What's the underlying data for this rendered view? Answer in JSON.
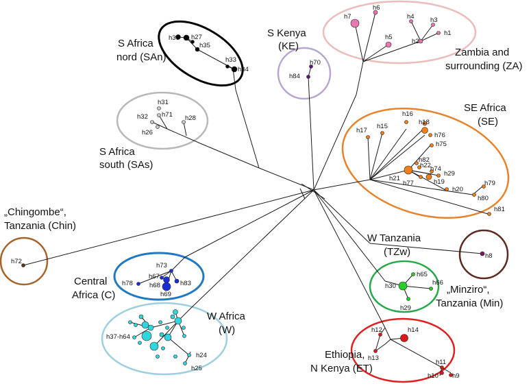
{
  "groups": {
    "san": {
      "line1": "S Africa",
      "line2": "nord (SAn)",
      "color": "#000000"
    },
    "ke": {
      "line1": "S Kenya",
      "line2": "(KE)",
      "color": "#b6a6cf"
    },
    "za": {
      "line1": "Zambia and",
      "line2": "surrounding (ZA)",
      "color": "#ebbcbc"
    },
    "sas": {
      "line1": "S Africa",
      "line2": "south (SAs)",
      "color": "#b8b8b8"
    },
    "se": {
      "line1": "SE Africa",
      "line2": "(SE)",
      "color": "#e8822a"
    },
    "chin": {
      "line1": "„Chingombe“,",
      "line2": "Tanzania (Chin)",
      "color": "#a5642a"
    },
    "c": {
      "line1": "Central",
      "line2": "Africa (C)",
      "color": "#1f78c1"
    },
    "w": {
      "line1": "W Africa",
      "line2": "(W)",
      "color": "#9ecfdf"
    },
    "tzw": {
      "line1": "W Tanzania",
      "line2": "(TZw)",
      "color": "#27a84a"
    },
    "min": {
      "line1": "„Minziro“,",
      "line2": "Tanzania (Min)",
      "color": "#5a2a22"
    },
    "et": {
      "line1": "Ethiopia,",
      "line2": "N Kenya (ET)",
      "color": "#e02020"
    }
  },
  "haplotypes": {
    "h1": "h1",
    "h2": "h2",
    "h3": "h3",
    "h4": "h4",
    "h5": "h5",
    "h6": "h6",
    "h7": "h7",
    "h8": "h8",
    "h9": "h9",
    "h10": "h10",
    "h11": "h11",
    "h12": "h12",
    "h13": "h13",
    "h14": "h14",
    "h15": "h15",
    "h16": "h16",
    "h17": "h17",
    "h18": "h18",
    "h19": "h19",
    "h20": "h20",
    "h21": "h21",
    "h22": "h22",
    "h24": "h24",
    "h25": "h25",
    "h26": "h26",
    "h27": "h27",
    "h28": "h28",
    "h29a": "h29",
    "h29b": "h29",
    "h30": "h30",
    "h31": "h31",
    "h32": "h32",
    "h33": "h33",
    "h34": "h34",
    "h35": "h35",
    "h36": "h36",
    "h3764": "h37-h64",
    "h65": "h65",
    "h66": "h66",
    "h67": "h67",
    "h68": "h68",
    "h69": "h69",
    "h70": "h70",
    "h71": "h71",
    "h72": "h72",
    "h73": "h73",
    "h74": "h74",
    "h75": "h75",
    "h76": "h76",
    "h77": "h77",
    "h78": "h78",
    "h79": "h79",
    "h80": "h80",
    "h81": "h81",
    "h82": "h82",
    "h83": "h83",
    "h84": "h84"
  },
  "node_colors": {
    "za": "#e87ab0",
    "ke": "#5a1a7a",
    "san": "#000000",
    "sas": "#c8c8c8",
    "se": "#f07f1a",
    "chin": "#5a3a1a",
    "c": "#1a2fd6",
    "w": "#2ed6dd",
    "tzw": "#2ccc2c",
    "min": "#7a1a5a",
    "et": "#dd1a1a"
  }
}
